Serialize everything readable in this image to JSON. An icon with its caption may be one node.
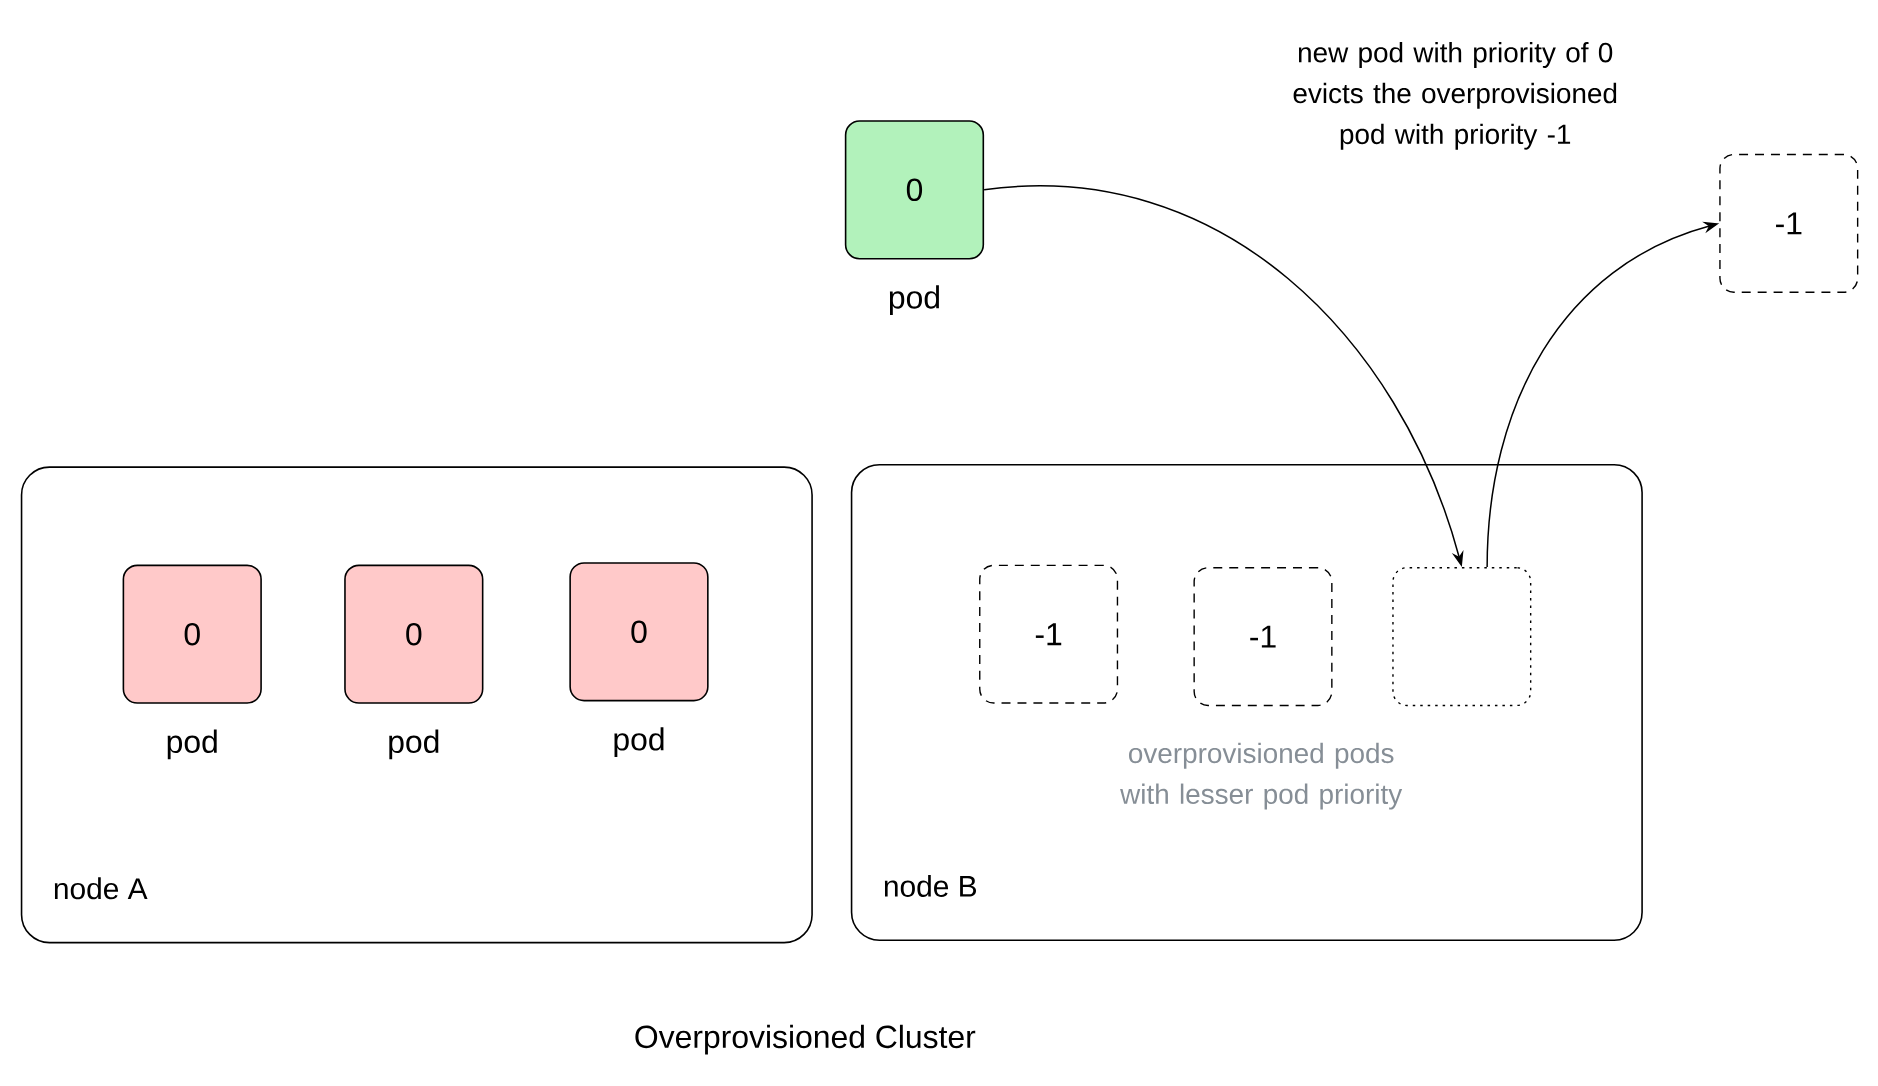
{
  "diagram": {
    "caption": "Overprovisioned Cluster",
    "nodes": [
      {
        "text": [
          "node A"
        ]
      },
      {
        "text": [
          "0"
        ],
        "beside": [
          "pod"
        ],
        "in": 0
      },
      {
        "text": [
          "0"
        ],
        "beside": [
          "pod"
        ],
        "in": 0
      },
      {
        "text": [
          "0"
        ],
        "beside": [
          "pod"
        ],
        "in": 0
      },
      {
        "text": [
          "node B"
        ]
      },
      {
        "text": [
          "-1"
        ],
        "in": 4
      },
      {
        "text": [
          "-1"
        ],
        "in": 4
      },
      {
        "text": [],
        "shape": "box",
        "in": 4
      },
      {
        "text": [
          "0"
        ],
        "beside": [
          "pod"
        ]
      },
      {
        "text": [
          "-1"
        ]
      }
    ],
    "edges": [
      {
        "from": 8,
        "to": 7,
        "arrow": "to"
      },
      {
        "from": 7,
        "to": 9,
        "arrow": "to"
      }
    ],
    "labels": [
      "new pod with priority of 0 evicts the overprovisioned pod with priority -1",
      "overprovisioned pods with lesser pod priority"
    ]
  }
}
